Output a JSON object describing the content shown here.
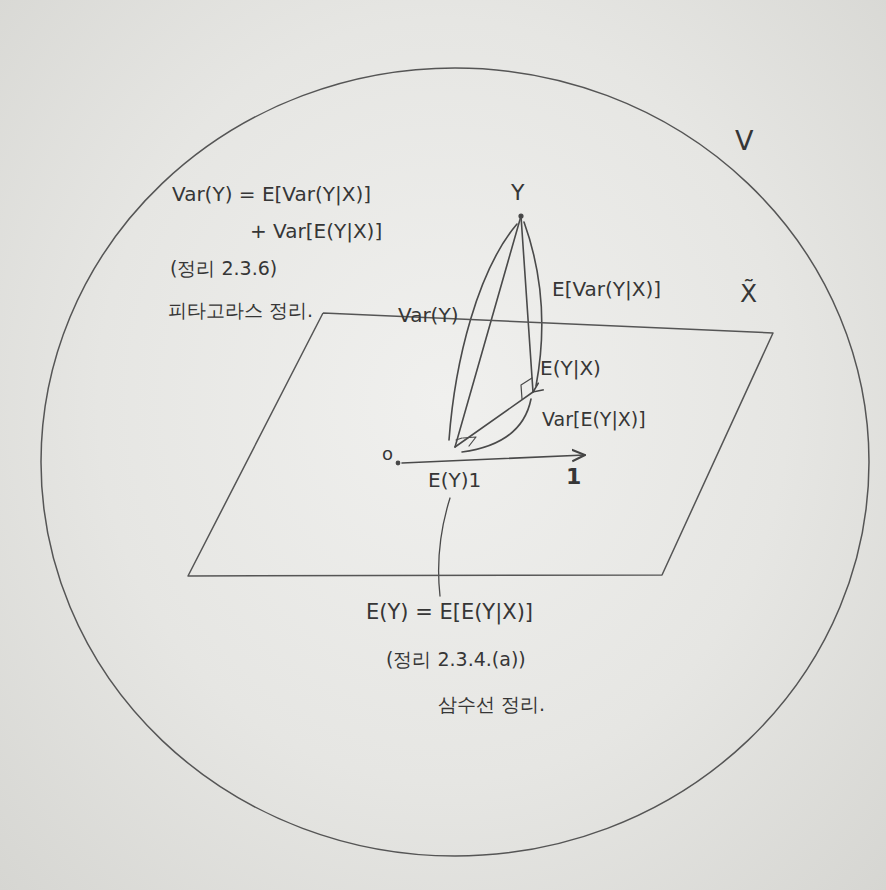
{
  "diagram": {
    "nodes": [
      {
        "text": [
          "V"
        ]
      },
      {
        "text": [
          "X̃"
        ],
        "in": 0
      }
    ],
    "labels": [
      "Var(Y) = E[Var(Y|X)]",
      "+ Var[E(Y|X)]",
      "(정리 2.3.6)",
      "피타고라스 정리.",
      "Y",
      "Var(Y)",
      "E[Var(Y|X)]",
      "E(Y|X)",
      "Var[E(Y|X)]",
      "o",
      "E(Y)1",
      "1",
      "E(Y) = E[E(Y|X)]",
      "(정리 2.3.4.(a))",
      "삼수선 정리."
    ]
  }
}
